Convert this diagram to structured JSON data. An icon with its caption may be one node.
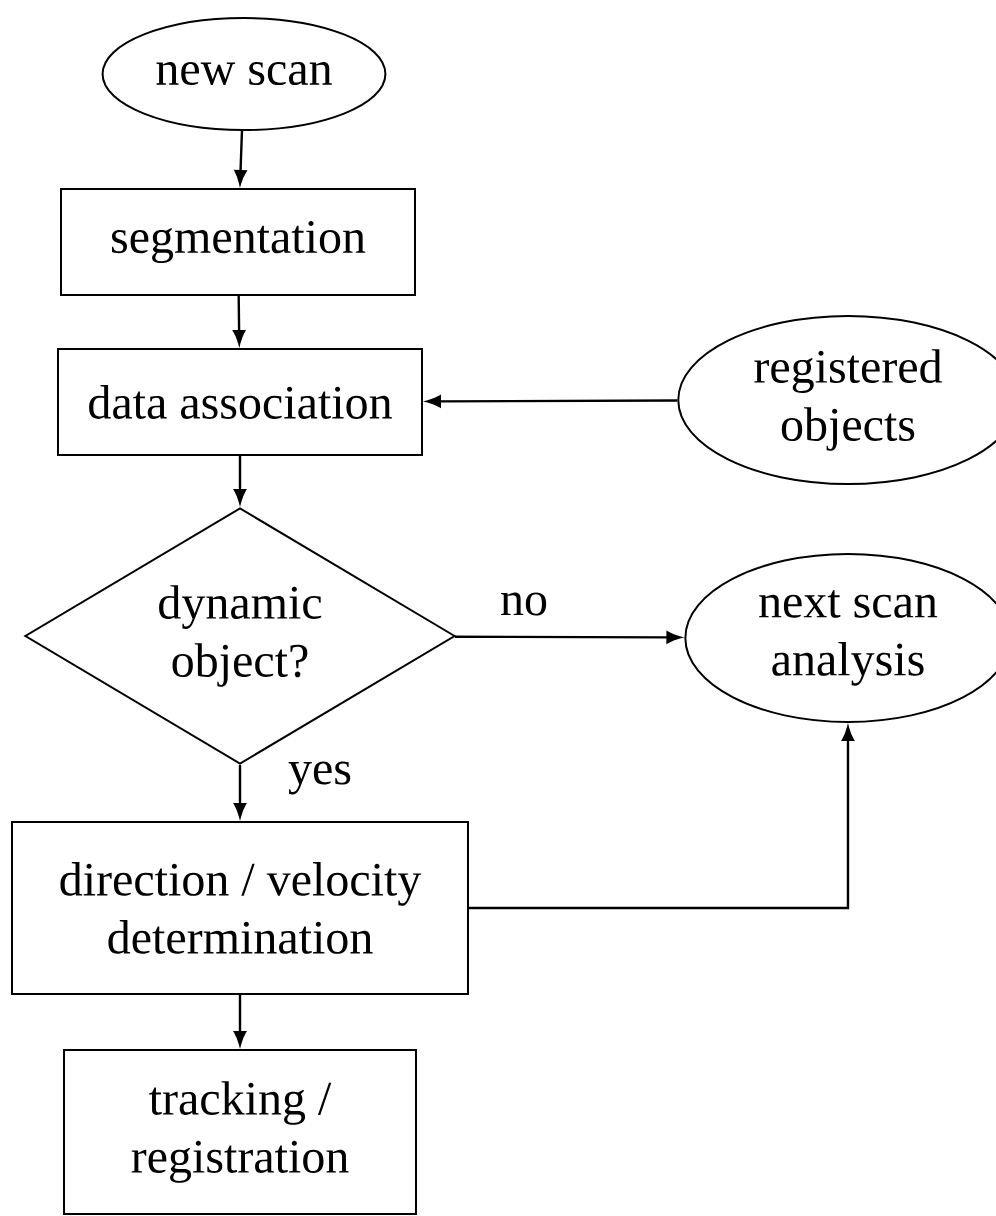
{
  "diagram": {
    "nodes": [
      {
        "text": [
          "new scan"
        ]
      },
      {
        "text": [
          "segmentation"
        ]
      },
      {
        "text": [
          "data association"
        ]
      },
      {
        "text": [
          "registered objects"
        ]
      },
      {
        "text": [
          "dynamic object?"
        ]
      },
      {
        "text": [
          "next scan analysis"
        ]
      },
      {
        "text": [
          "direction / velocity determination"
        ]
      },
      {
        "text": [
          "tracking / registration"
        ]
      }
    ],
    "edges": [
      {
        "from": 0,
        "to": 1,
        "arrow": "to"
      },
      {
        "from": 1,
        "to": 2,
        "arrow": "to"
      },
      {
        "from": 3,
        "to": 2,
        "arrow": "to"
      },
      {
        "from": 2,
        "to": 4,
        "arrow": "to"
      },
      {
        "from": 4,
        "to": 5,
        "arrow": "to",
        "label": "no"
      },
      {
        "from": 4,
        "to": 6,
        "arrow": "to",
        "label": "yes"
      },
      {
        "from": 6,
        "to": 5,
        "arrow": "to"
      },
      {
        "from": 6,
        "to": 7,
        "arrow": "to"
      }
    ]
  }
}
